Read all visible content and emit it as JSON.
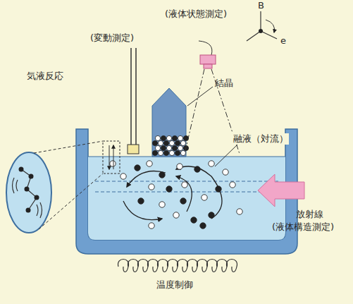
{
  "diagram": {
    "labels": [
      "(液体状態測定)",
      "B",
      "e",
      "(変動測定)",
      "気液反応",
      "結晶",
      "融液（対流）",
      "放射線",
      "(液体構造測定)",
      "温度制御"
    ]
  }
}
